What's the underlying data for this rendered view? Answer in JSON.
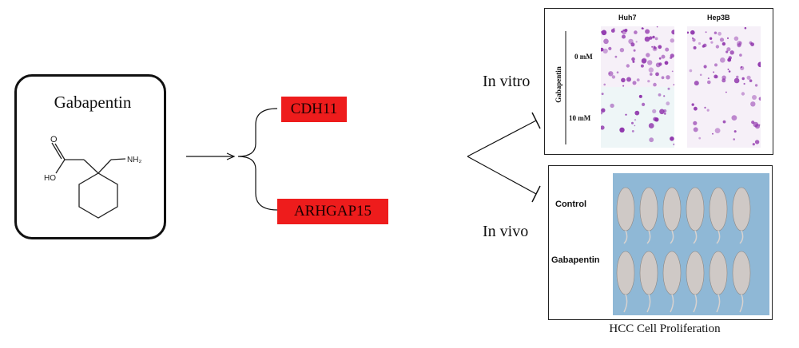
{
  "gabapentin": {
    "title": "Gabapentin",
    "acid_label": "O",
    "hydroxyl_label": "HO",
    "amine_label": "NH₂"
  },
  "targets": [
    {
      "label": "CDH11",
      "color": "#ee1c1c"
    },
    {
      "label": "ARHGAP15",
      "color": "#ee1c1c"
    }
  ],
  "in_vitro": {
    "label": "In vitro",
    "columns": [
      "Huh7",
      "Hep3B"
    ],
    "rows": [
      "0 mM",
      "10 mM"
    ],
    "axis_label": "Gabapentin"
  },
  "in_vivo": {
    "label": "In vivo",
    "groups": [
      "Control",
      "Gabapentin"
    ]
  },
  "caption": "HCC Cell Proliferation",
  "colors": {
    "stain": "#8a2aa8",
    "target_box": "#ee1c1c",
    "photo_background": "#8fb8d6"
  }
}
